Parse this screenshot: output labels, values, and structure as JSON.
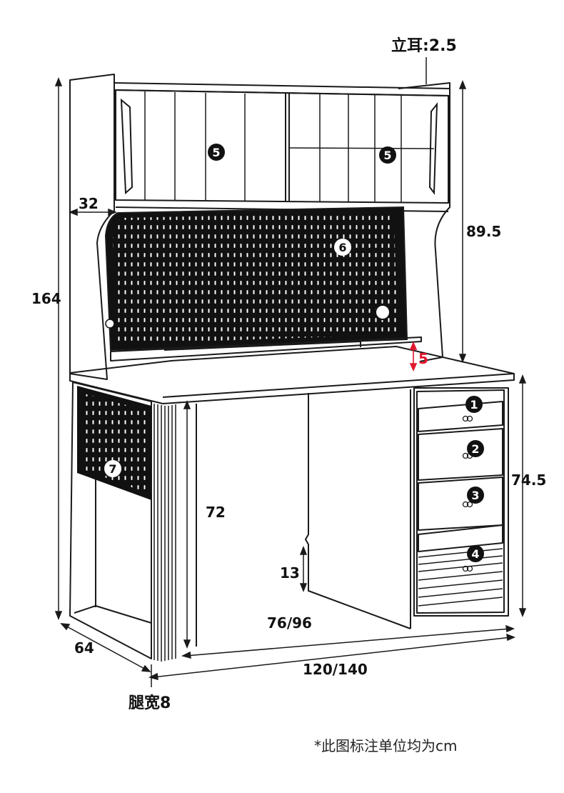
{
  "dimensions": {
    "ear_height": "立耳:2.5",
    "total_height": "164",
    "hutch_height": "89.5",
    "hutch_depth": "32",
    "lip_height": "5",
    "desk_height": "74.5",
    "knee_height": "72",
    "beam_height": "13",
    "inner_width": "76/96",
    "total_width": "120/140",
    "depth": "64",
    "leg_width": "腿宽8"
  },
  "markers": [
    "1",
    "2",
    "3",
    "4",
    "5",
    "5",
    "6",
    "7"
  ],
  "footnote": "*此图标注单位均为cm",
  "colors": {
    "line": "#1a1a1a",
    "panel": "#111111",
    "dimension_red": "#e0182e"
  }
}
